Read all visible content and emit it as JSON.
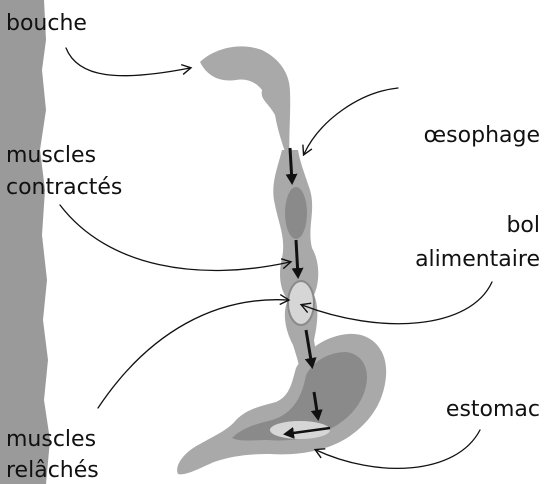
{
  "labels": {
    "bouche": "bouche",
    "muscles_contractes": [
      "muscles",
      "contractés"
    ],
    "oesophage": "œsophage",
    "bol_alimentaire": [
      "bol",
      "alimentaire"
    ],
    "muscles_relaches": [
      "muscles",
      "relâchés"
    ],
    "estomac": "estomac"
  },
  "colors": {
    "tissue": "#a9a9a9",
    "tissue_dark": "#8a8a8a",
    "lumen": "#d9d9d9",
    "ink": "#111111",
    "background": "#ffffff"
  }
}
